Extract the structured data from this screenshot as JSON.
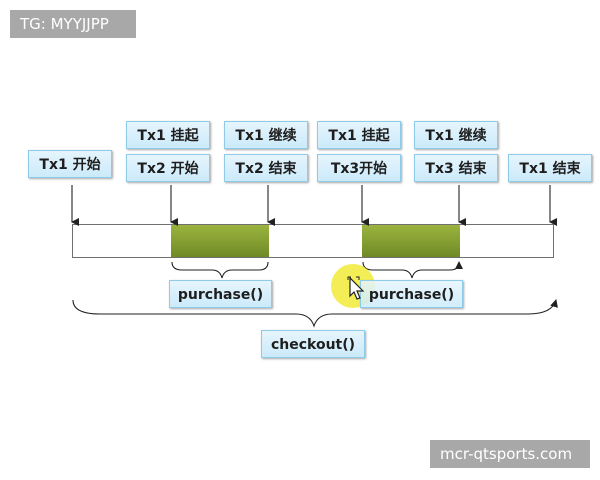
{
  "watermarks": {
    "tg": "TG: MYYJJPP",
    "site": "mcr-qtsports.com"
  },
  "events": {
    "col1": [
      "Tx1 开始"
    ],
    "col2": [
      "Tx1 挂起",
      "Tx2 开始"
    ],
    "col3": [
      "Tx1 继续",
      "Tx2 结束"
    ],
    "col4": [
      "Tx1 挂起",
      "Tx3开始"
    ],
    "col5": [
      "Tx1 继续",
      "Tx3 结束"
    ],
    "col6": [
      "Tx1 结束"
    ]
  },
  "calls": {
    "purchase1": "purchase()",
    "purchase2": "purchase()",
    "checkout": "checkout()"
  },
  "colors": {
    "segment": "#7f9a2f",
    "label_bg": "#d9f0fb",
    "label_border": "#8ecbe9",
    "cursor_highlight": "#f0e81e"
  }
}
